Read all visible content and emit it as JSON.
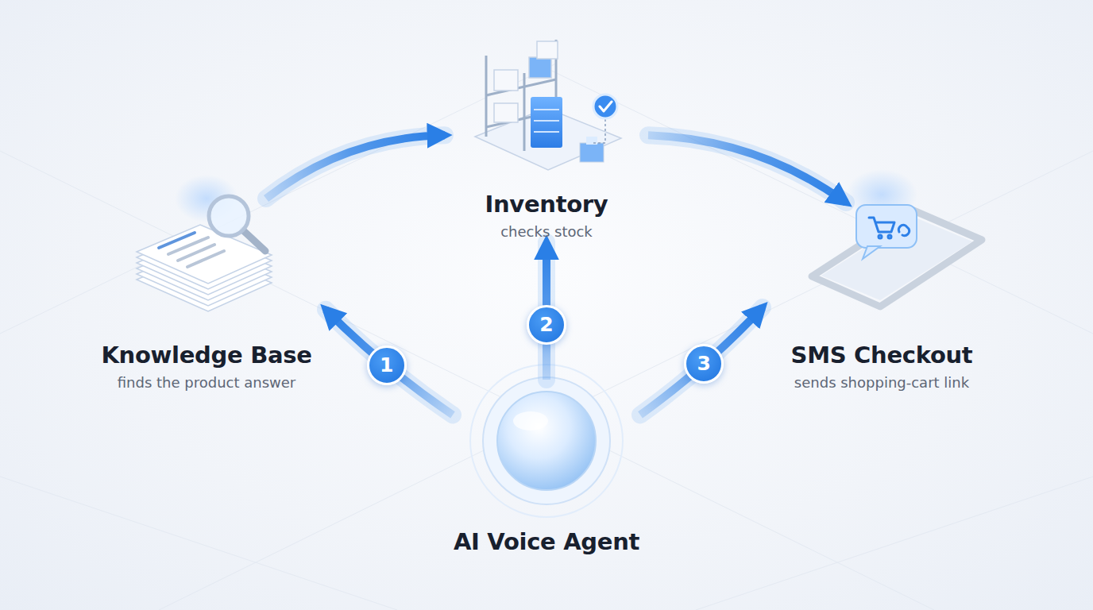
{
  "diagram": {
    "nodes": [
      {
        "text": [
          "Inventory",
          "checks stock"
        ]
      },
      {
        "text": [
          "Knowledge Base",
          "finds the product answer"
        ]
      },
      {
        "text": [
          "SMS Checkout",
          "sends shopping-cart link"
        ]
      },
      {
        "text": [
          "AI Voice Agent"
        ]
      }
    ],
    "edges": [
      {
        "from": 3,
        "to": 1,
        "label": "1",
        "arrow": "to"
      },
      {
        "from": 3,
        "to": 0,
        "label": "2",
        "arrow": "to"
      },
      {
        "from": 3,
        "to": 2,
        "label": "3",
        "arrow": "to"
      },
      {
        "from": 1,
        "to": 0,
        "arrow": "to"
      },
      {
        "from": 0,
        "to": 2,
        "arrow": "to"
      }
    ]
  }
}
